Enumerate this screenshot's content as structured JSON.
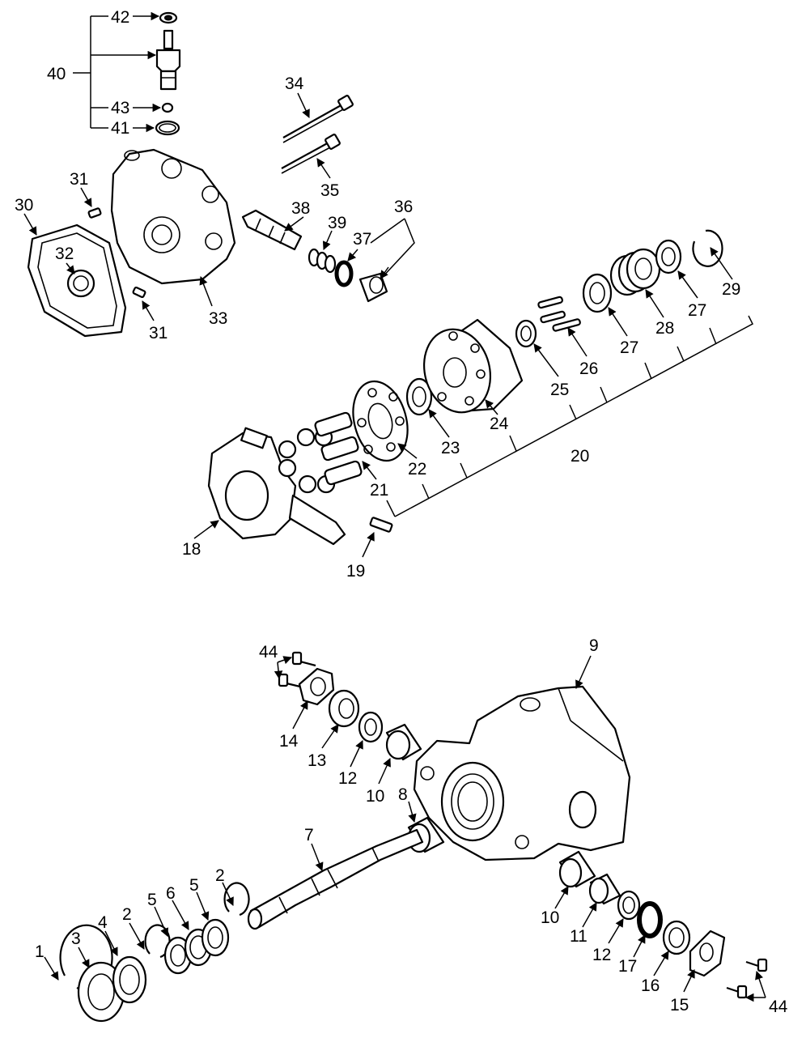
{
  "diagram": {
    "callouts": [
      {
        "id": "c1",
        "label": "1"
      },
      {
        "id": "c2a",
        "label": "2"
      },
      {
        "id": "c2b",
        "label": "2"
      },
      {
        "id": "c3",
        "label": "3"
      },
      {
        "id": "c4",
        "label": "4"
      },
      {
        "id": "c5a",
        "label": "5"
      },
      {
        "id": "c5b",
        "label": "5"
      },
      {
        "id": "c6",
        "label": "6"
      },
      {
        "id": "c7",
        "label": "7"
      },
      {
        "id": "c8",
        "label": "8"
      },
      {
        "id": "c9",
        "label": "9"
      },
      {
        "id": "c10a",
        "label": "10"
      },
      {
        "id": "c10b",
        "label": "10"
      },
      {
        "id": "c11",
        "label": "11"
      },
      {
        "id": "c12a",
        "label": "12"
      },
      {
        "id": "c12b",
        "label": "12"
      },
      {
        "id": "c13",
        "label": "13"
      },
      {
        "id": "c14",
        "label": "14"
      },
      {
        "id": "c15",
        "label": "15"
      },
      {
        "id": "c16",
        "label": "16"
      },
      {
        "id": "c17",
        "label": "17"
      },
      {
        "id": "c18",
        "label": "18"
      },
      {
        "id": "c19",
        "label": "19"
      },
      {
        "id": "c20",
        "label": "20"
      },
      {
        "id": "c21",
        "label": "21"
      },
      {
        "id": "c22",
        "label": "22"
      },
      {
        "id": "c23",
        "label": "23"
      },
      {
        "id": "c24",
        "label": "24"
      },
      {
        "id": "c25",
        "label": "25"
      },
      {
        "id": "c26",
        "label": "26"
      },
      {
        "id": "c27a",
        "label": "27"
      },
      {
        "id": "c27b",
        "label": "27"
      },
      {
        "id": "c28",
        "label": "28"
      },
      {
        "id": "c29",
        "label": "29"
      },
      {
        "id": "c30",
        "label": "30"
      },
      {
        "id": "c31a",
        "label": "31"
      },
      {
        "id": "c31b",
        "label": "31"
      },
      {
        "id": "c32",
        "label": "32"
      },
      {
        "id": "c33",
        "label": "33"
      },
      {
        "id": "c34",
        "label": "34"
      },
      {
        "id": "c35",
        "label": "35"
      },
      {
        "id": "c36",
        "label": "36"
      },
      {
        "id": "c37",
        "label": "37"
      },
      {
        "id": "c38",
        "label": "38"
      },
      {
        "id": "c39",
        "label": "39"
      },
      {
        "id": "c40",
        "label": "40"
      },
      {
        "id": "c41",
        "label": "41"
      },
      {
        "id": "c42",
        "label": "42"
      },
      {
        "id": "c43",
        "label": "43"
      },
      {
        "id": "c44a",
        "label": "44"
      },
      {
        "id": "c44b",
        "label": "44"
      }
    ]
  }
}
